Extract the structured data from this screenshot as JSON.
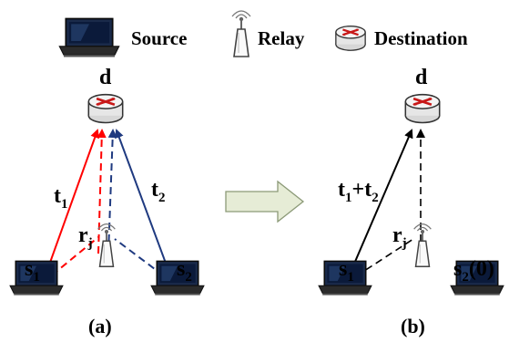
{
  "legend": {
    "source": "Source",
    "relay": "Relay",
    "destination": "Destination"
  },
  "panel_a": {
    "caption": "(a)",
    "destination": "d",
    "relay": {
      "base": "r",
      "sub": "j"
    },
    "source1": {
      "base": "s",
      "sub": "1"
    },
    "source2": {
      "base": "s",
      "sub": "2"
    },
    "time1": {
      "base": "t",
      "sub": "1"
    },
    "time2": {
      "base": "t",
      "sub": "2"
    }
  },
  "panel_b": {
    "caption": "(b)",
    "destination": "d",
    "relay": {
      "base": "r",
      "sub": "j"
    },
    "source1": {
      "base": "s",
      "sub": "1"
    },
    "source2": {
      "base": "s",
      "sub": "2",
      "suffix": "(0)"
    },
    "time_sum": {
      "t1_base": "t",
      "t1_sub": "1",
      "plus": "+",
      "t2_base": "t",
      "t2_sub": "2"
    }
  },
  "colors": {
    "red": "#ff0000",
    "blue": "#1f3a80",
    "black": "#000000",
    "arrow_fill": "#e6ecd6",
    "arrow_stroke": "#8c9a78"
  }
}
